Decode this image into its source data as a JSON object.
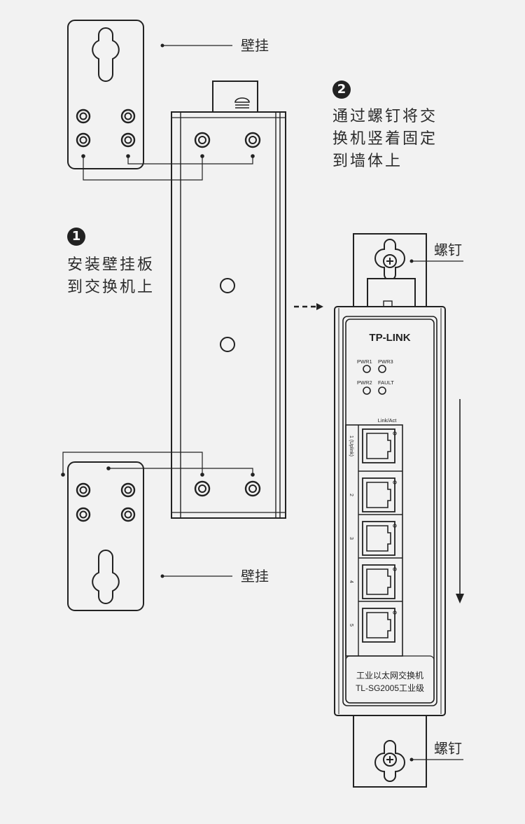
{
  "step1": {
    "number": "1",
    "lines": [
      "安装壁挂板",
      "到交换机上"
    ]
  },
  "step2": {
    "number": "2",
    "lines": [
      "通过螺钉将交",
      "换机竖着固定",
      "到墙体上"
    ]
  },
  "callouts": {
    "wall_mount_top": "壁挂",
    "wall_mount_bottom": "壁挂",
    "screw_top": "螺钉",
    "screw_bottom": "螺钉"
  },
  "device": {
    "brand": "TP-LINK",
    "leds": [
      "PWR1",
      "PWR3",
      "PWR2",
      "FAULT"
    ],
    "link_act_label": "Link/Act",
    "ports": [
      "1 (Uplink)",
      "2",
      "3",
      "4",
      "5"
    ],
    "model_line1": "工业以太网交换机",
    "model_line2": "TL-SG2005工业级"
  }
}
